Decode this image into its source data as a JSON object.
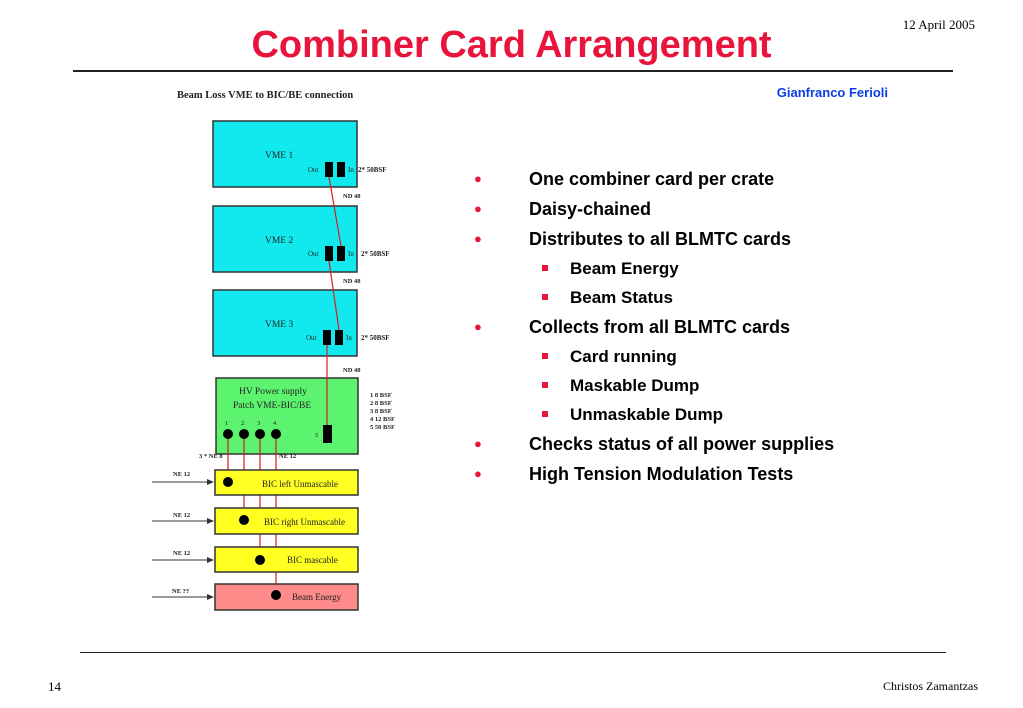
{
  "header": {
    "date": "12 April 2005",
    "title": "Combiner Card Arrangement",
    "author": "Gianfranco Ferioli"
  },
  "diagram": {
    "caption": "Beam Loss VME  to BIC/BE connection",
    "vme_crates": [
      {
        "name": "VME 1",
        "out": "Out",
        "in": "In",
        "connector": "2* 50BSF",
        "cable": "ND 48"
      },
      {
        "name": "VME 2",
        "out": "Out",
        "in": "In",
        "connector": "2* 50BSF",
        "cable": "ND 48"
      },
      {
        "name": "VME 3",
        "out": "Out",
        "in": "In",
        "connector": "2* 50BSF",
        "cable": "ND 48"
      }
    ],
    "power_supply": {
      "line1": "HV Power supply",
      "line2": "Patch VME-BIC/BE",
      "ports": [
        "1",
        "2",
        "3",
        "4"
      ],
      "port5": "5",
      "connectors": [
        "1  8 BSF",
        "2  8 BSF",
        "3  8 BSF",
        "4  12 BSF",
        "5  50 BSF"
      ],
      "cable_left": "3 * NE 8",
      "cable_right": "NE 12"
    },
    "targets": [
      {
        "label": "BIC left Unmascable",
        "input": "NE 12",
        "color": "#ffff22"
      },
      {
        "label": "BIC right Unmascable",
        "input": "NE 12",
        "color": "#ffff22"
      },
      {
        "label": "BIC mascable",
        "input": "NE 12",
        "color": "#ffff22"
      },
      {
        "label": "Beam Energy",
        "input": "NE ??",
        "color": "#ff8a8a"
      }
    ],
    "colors": {
      "vme": "#11e9ef",
      "power": "#5cf36f",
      "wire": "#d32020"
    }
  },
  "bullets": [
    {
      "text": "One combiner card per crate"
    },
    {
      "text": "Daisy-chained"
    },
    {
      "text": "Distributes to all BLMTC cards",
      "sub": [
        "Beam Energy",
        "Beam Status"
      ]
    },
    {
      "text": "Collects from all BLMTC cards",
      "sub": [
        "Card running",
        "Maskable Dump",
        "Unmaskable Dump"
      ]
    },
    {
      "text": "Checks status of  all power supplies"
    },
    {
      "text": "High Tension Modulation Tests"
    }
  ],
  "footer": {
    "page": "14",
    "presenter": "Christos Zamantzas"
  }
}
